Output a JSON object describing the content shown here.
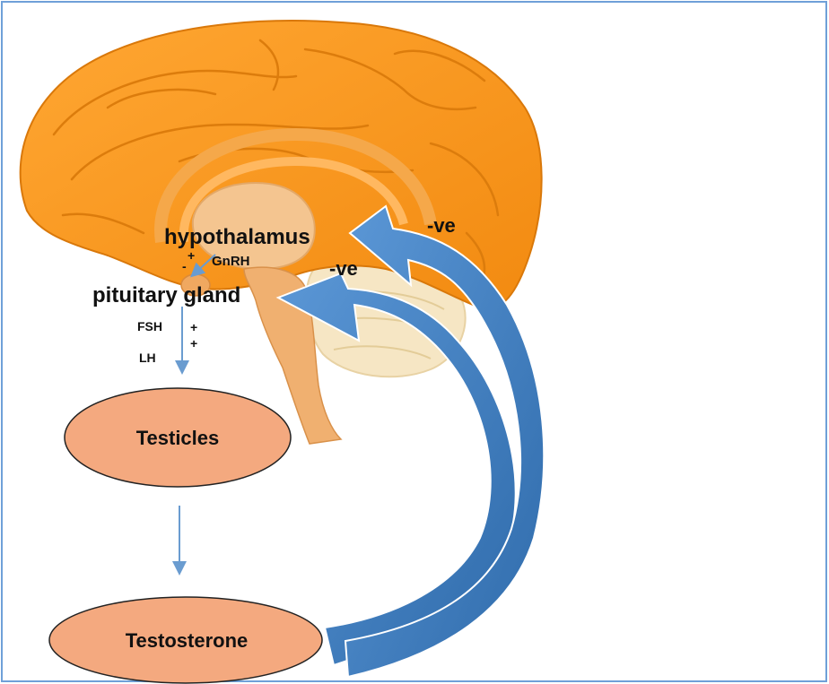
{
  "labels": {
    "hypothalamus": "hypothalamus",
    "pituitary": "pituitary gland",
    "gnrh": "GnRH",
    "fsh": "FSH",
    "lh": "LH",
    "neg_feedback_1": "-ve",
    "neg_feedback_2": "-ve",
    "plus": "+",
    "minus": "-"
  },
  "nodes": {
    "testicles": "Testicles",
    "testosterone": "Testosterone"
  },
  "colors": {
    "brain": "#f7941d",
    "brain_dark": "#e07b10",
    "brainstem": "#f0b070",
    "cerebellum": "#f6e6c4",
    "oval_fill": "#f4a97f",
    "feedback_arrow": "#4a86c5",
    "thin_arrow": "#6a9cd0",
    "frame": "#6fa0d8"
  }
}
